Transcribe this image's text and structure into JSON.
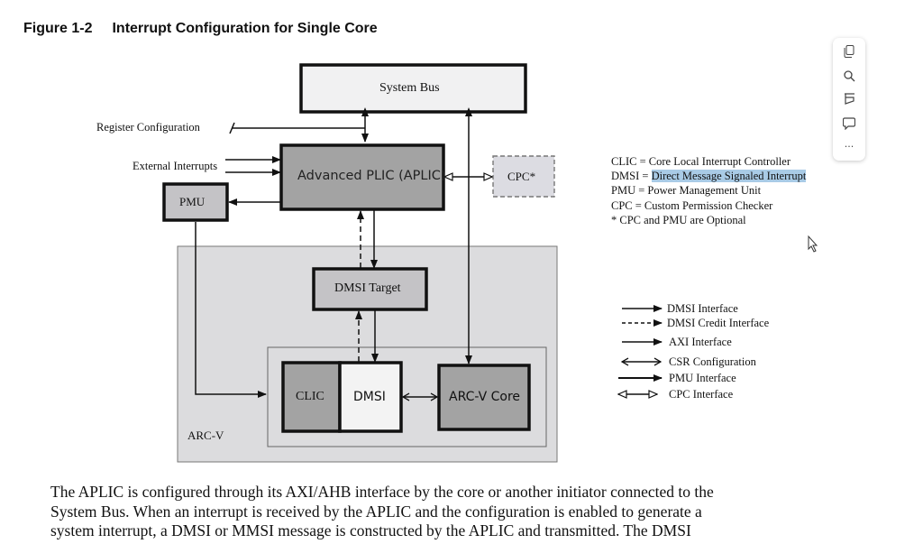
{
  "figure": {
    "number": "Figure 1-2",
    "title": "Interrupt Configuration for Single Core"
  },
  "diagram": {
    "system_bus": "System Bus",
    "register_configuration": "Register Configuration",
    "external_interrupts": "External Interrupts",
    "aplic": "Advanced PLIC (APLIC)",
    "cpc": "CPC*",
    "pmu": "PMU",
    "dmsi_target": "DMSI Target",
    "clic": "CLIC",
    "dmsi": "DMSI",
    "arcv_core": "ARC-V Core",
    "arcv": "ARC-V"
  },
  "definitions": {
    "clic": "CLIC = Core Local Interrupt Controller",
    "dmsi_prefix": "DMSI = ",
    "dmsi_selected": "Direct Message Signaled Interrupt",
    "pmu": "PMU = Power Management Unit",
    "cpc": "CPC = Custom Permission Checker",
    "optional": "* CPC and PMU are Optional"
  },
  "legend": [
    "DMSI Interface",
    "DMSI Credit Interface",
    "AXI Interface",
    "CSR Configuration",
    "PMU Interface",
    "CPC Interface"
  ],
  "paragraph": [
    "The APLIC is configured through its AXI/AHB interface by the core or another initiator connected to the",
    "System Bus. When an interrupt is received by the APLIC and the configuration is enabled to generate a",
    "system interrupt, a DMSI or MMSI message is constructed by the APLIC and transmitted. The DMSI"
  ],
  "toolbar": {
    "icons": [
      "copy-icon",
      "search-icon",
      "highlighter-icon",
      "comment-icon",
      "more-icon"
    ],
    "more": "···"
  },
  "colors": {
    "selection": "#a9cbe6",
    "box_dark": "#a3a3a3",
    "box_mid": "#c4c3c6",
    "region": "#dcdcde"
  }
}
